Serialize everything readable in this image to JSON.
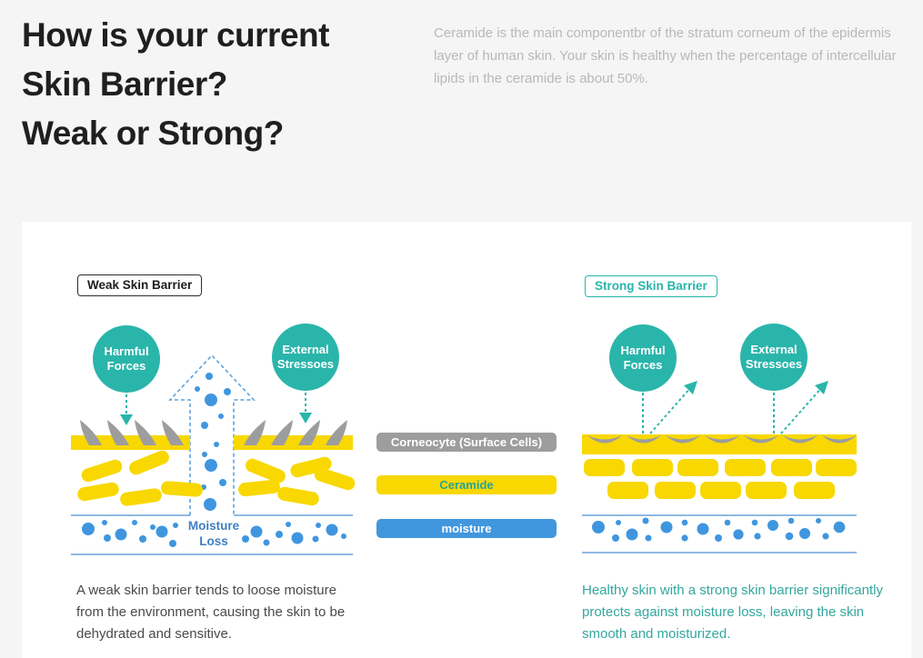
{
  "header": {
    "title_lines": [
      "How is your current",
      "Skin Barrier?",
      "Weak or Strong?"
    ],
    "intro": "Ceramide is the main componentbr of the stratum corneum of the epidermis layer of human skin. Your skin is healthy when the percentage of intercellular lipids in the ceramide is about 50%."
  },
  "weak_panel": {
    "title": "Weak Skin Barrier",
    "harmful_forces_label": "Harmful Forces",
    "external_stressors_label": "External Stressoes",
    "moisture_loss_label": "Moisture Loss",
    "description": "A weak skin barrier tends to loose moisture from the environment, causing the skin to be dehydrated and sensitive."
  },
  "strong_panel": {
    "title": "Strong Skin Barrier",
    "harmful_forces_label": "Harmful Forces",
    "external_stressors_label": "External Stressoes",
    "description": "Healthy skin with a strong skin barrier significantly protects against moisture loss, leaving the skin smooth and moisturized."
  },
  "legend": {
    "corneocyte_label": "Corneocyte (Surface Cells)",
    "ceramide_label": "Ceramide",
    "moisture_label": "moisture"
  },
  "colors": {
    "teal": "#2ab5ab",
    "blue": "#4197dd",
    "yellow": "#f8d800",
    "gray": "#9d9d9d",
    "heading_text": "#1f1f1f",
    "muted_text": "#b8b8b8",
    "body_text": "#4a4a4a",
    "ceramide_text": "#27a398",
    "moisture_loss_text": "#3f7fc1",
    "page_background": "#f5f5f6",
    "card_background": "#ffffff"
  }
}
